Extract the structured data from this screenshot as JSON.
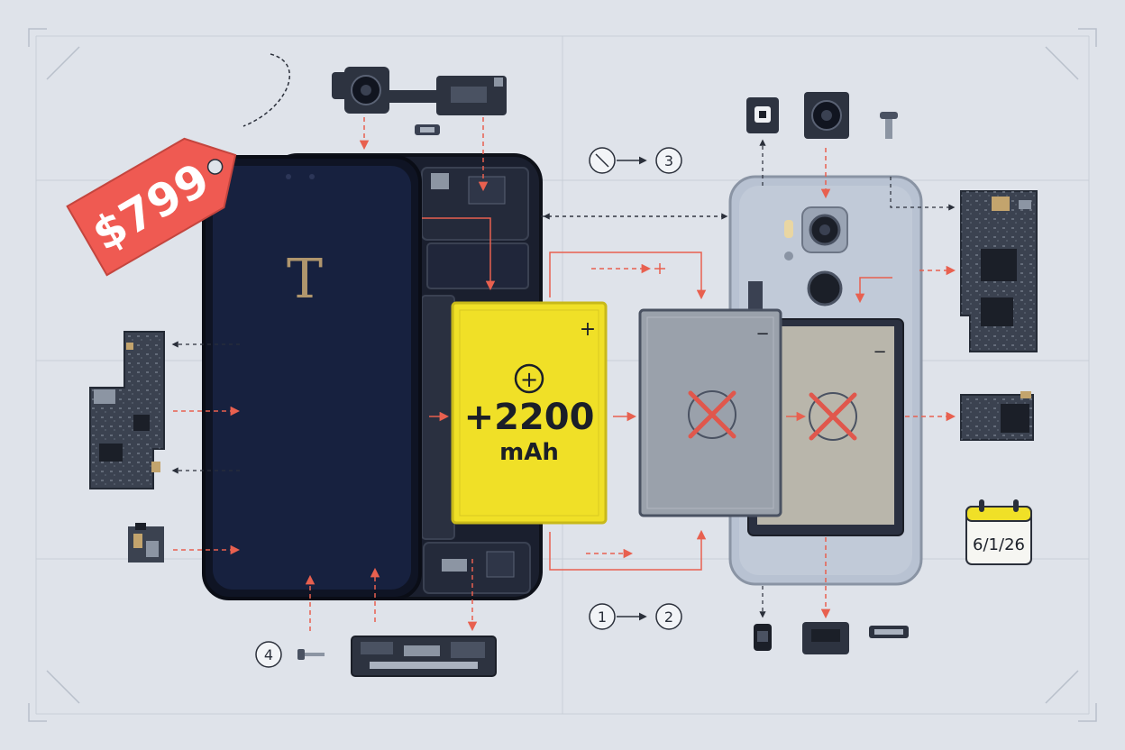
{
  "price_tag": {
    "label": "$799"
  },
  "phone_front": {
    "logo_glyph": "T"
  },
  "new_battery": {
    "capacity_value": "+2200",
    "capacity_unit": "mAh",
    "plus_symbol": "+",
    "plus_terminal": "+"
  },
  "old_battery_left": {
    "minus_terminal": "−"
  },
  "old_battery_right": {
    "minus_terminal": "−"
  },
  "steps": {
    "top": {
      "from_glyph": "",
      "to": "3"
    },
    "bottom": {
      "from": "1",
      "to": "2"
    },
    "screw": {
      "label": "4"
    }
  },
  "calendar": {
    "date": "6/1/26"
  },
  "colors": {
    "background": "#dfe3ea",
    "phone_body": "#13182b",
    "screen": "#17213f",
    "new_battery": "#f0e027",
    "old_battery": "#9aa1ab",
    "price_tag": "#ef5a52",
    "arrow_red": "#e8604f",
    "x_mark": "#e0574c",
    "logo": "#b0966d"
  },
  "icons": [
    "price-tag-icon",
    "camera-module-icon",
    "screw-icon",
    "circuit-board-icon",
    "calendar-icon",
    "clock-icon",
    "x-mark-icon",
    "plus-circle-icon"
  ]
}
